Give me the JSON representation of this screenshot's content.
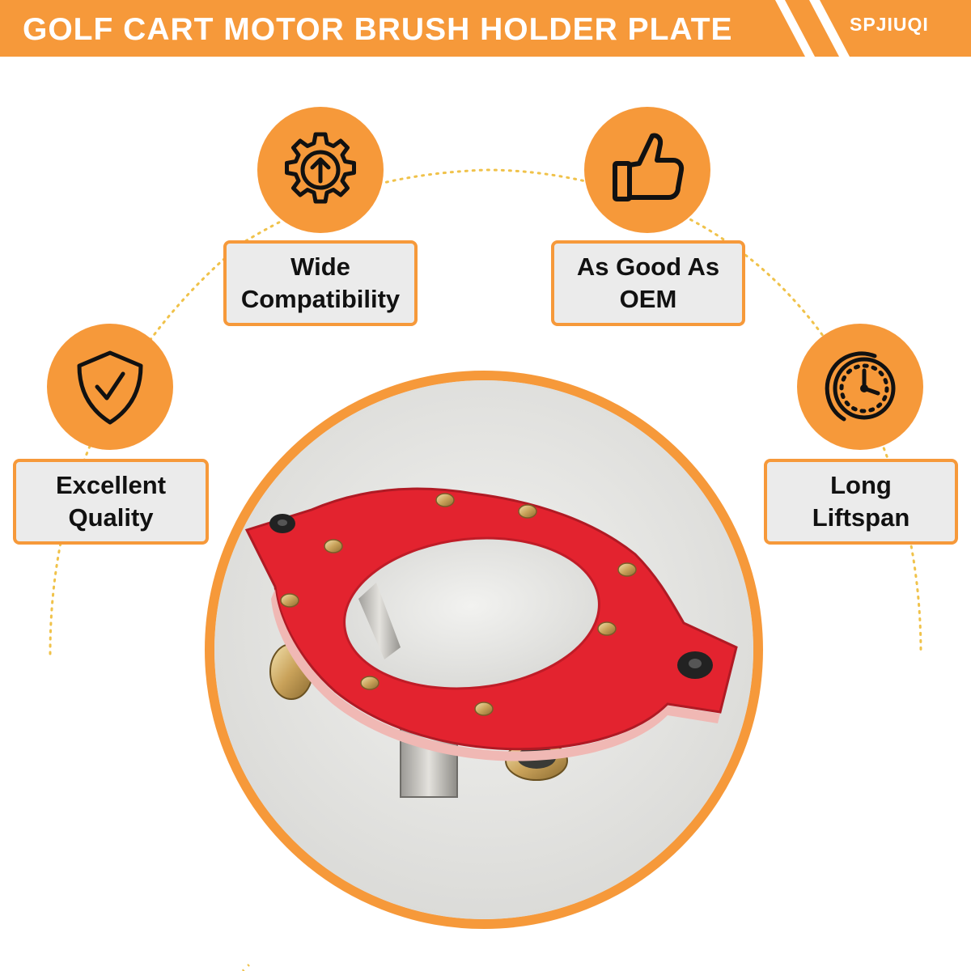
{
  "banner": {
    "title": "GOLF CART MOTOR BRUSH HOLDER PLATE",
    "brand": "SPJIUQI"
  },
  "features": [
    {
      "id": "excellent-quality",
      "lines": [
        "Excellent",
        "Quality"
      ],
      "icon": "shield-check-icon"
    },
    {
      "id": "wide-compatibility",
      "lines": [
        "Wide",
        "Compatibility"
      ],
      "icon": "gear-upload-icon"
    },
    {
      "id": "as-good-as-oem",
      "lines": [
        "As Good As",
        "OEM"
      ],
      "icon": "thumbs-up-icon"
    },
    {
      "id": "long-liftspan",
      "lines": [
        "Long",
        "Liftspan"
      ],
      "icon": "clock-icon"
    }
  ],
  "product": {
    "icon": "red-brush-holder-plate-photo"
  },
  "colors": {
    "accent": "#f6993a",
    "label_bg": "#ebebeb",
    "arc_dots": "#f0c24a",
    "plate_red": "#e3232f"
  }
}
